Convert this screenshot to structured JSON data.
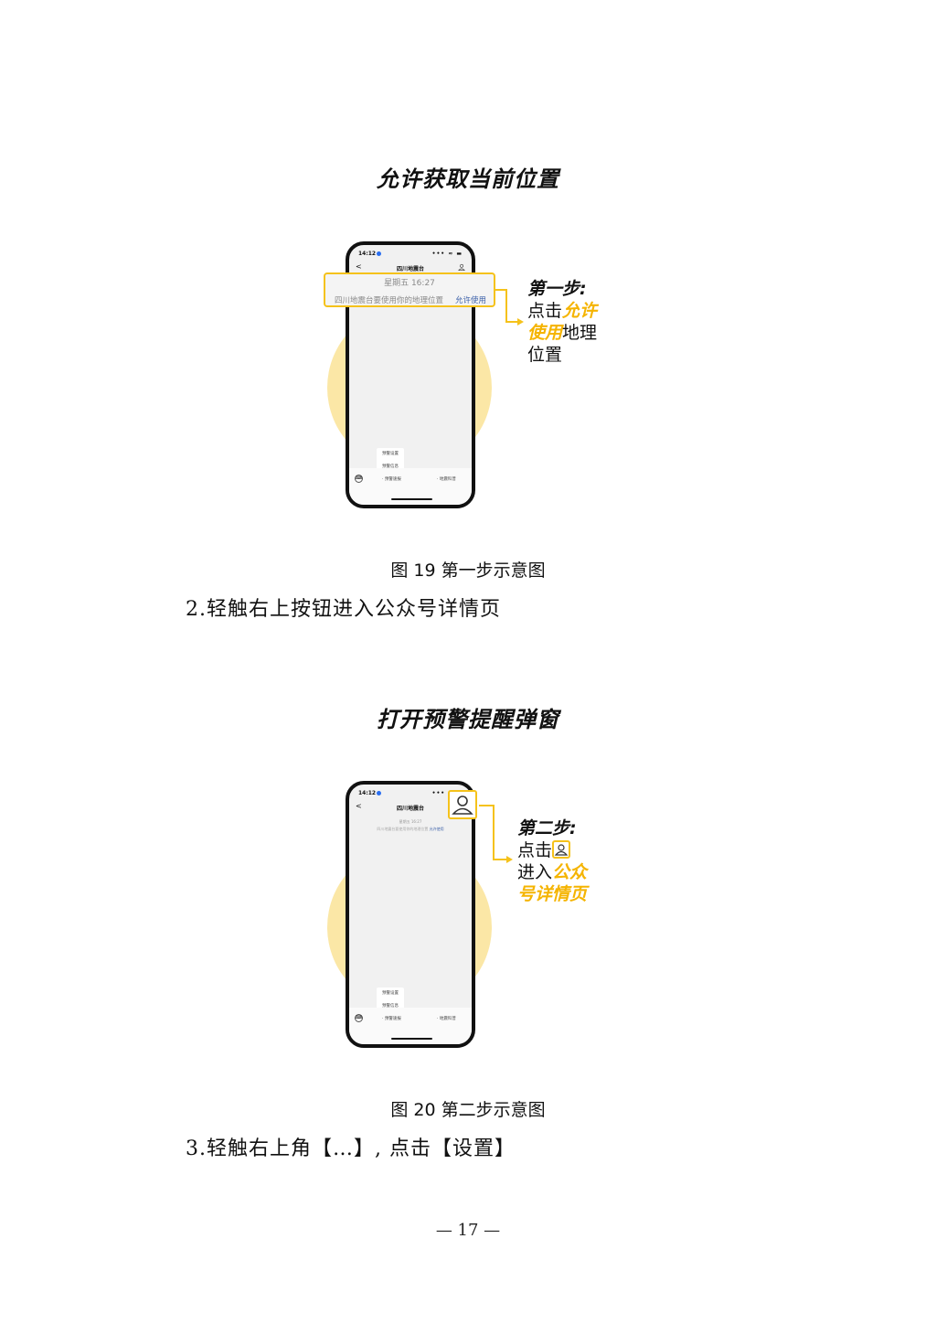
{
  "section1": {
    "title": "允许获取当前位置",
    "caption": "图 19 第一步示意图",
    "phone": {
      "time": "14:12",
      "status_icons": "••• ≈ ▬",
      "nav_back": "<",
      "nav_title": "四川地震台",
      "menu_items": [
        "预警设置",
        "预警信息"
      ],
      "bottom_menu": [
        "· 预警速报",
        "· 地震科普"
      ]
    },
    "callout": {
      "time": "星期五 16:27",
      "text": "四川地震台要使用你的地理位置",
      "allow": "允许使用"
    },
    "step": {
      "head": "第一步:",
      "pre": "点击",
      "highlight_1": "允许",
      "highlight_2": "使用",
      "post": "地理",
      "post_2": "位置"
    }
  },
  "instruction2": "2.轻触右上按钮进入公众号详情页",
  "section2": {
    "title": "打开预警提醒弹窗",
    "caption": "图 20 第二步示意图",
    "phone": {
      "time": "14:12",
      "status_icons": "••• ≈ ▬",
      "nav_back": "<",
      "nav_title": "四川地震台",
      "msg_time": "星期五 16:27",
      "msg_text": "四川地震台要使用你的地理位置",
      "msg_allow": "允许使用",
      "menu_items": [
        "预警设置",
        "预警信息"
      ],
      "bottom_menu": [
        "· 预警速报",
        "· 地震科普"
      ]
    },
    "step": {
      "head": "第二步:",
      "pre": "点击",
      "line2_pre": "进入",
      "highlight_1": "公众",
      "highlight_2": "号详情页"
    }
  },
  "instruction3": "3.轻触右上角【…】, 点击【设置】",
  "page_number": "— 17 —",
  "colors": {
    "accent": "#f5c21b",
    "halo": "#fbe7a6",
    "link": "#3a5fa8"
  }
}
